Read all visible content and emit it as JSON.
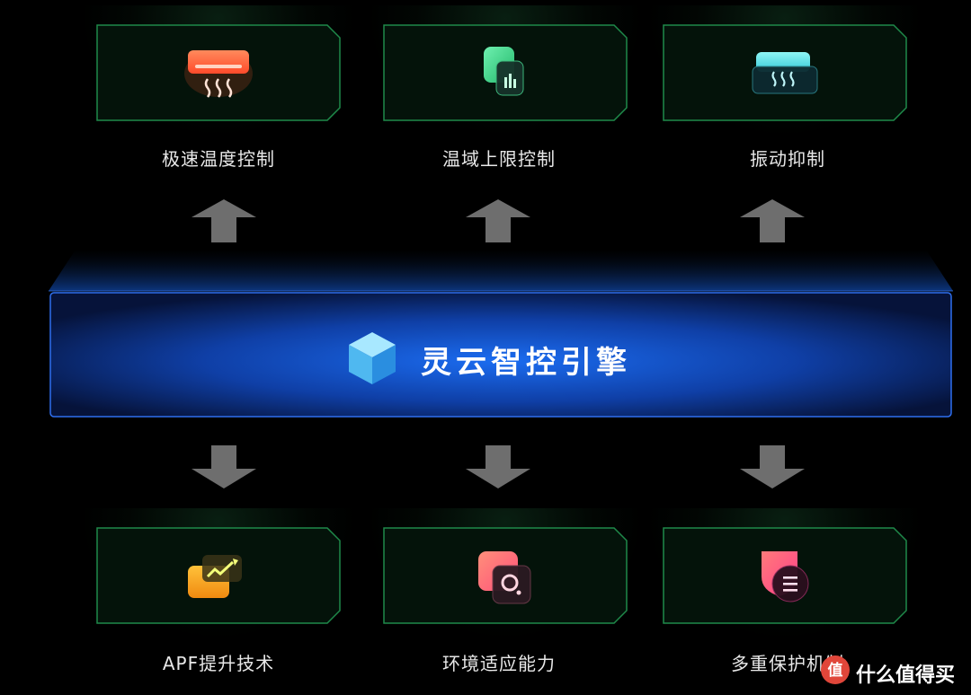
{
  "engine": {
    "title": "灵云智控引擎",
    "icon": "cube-icon"
  },
  "top_features": [
    {
      "label": "极速温度控制",
      "icon": "ac-heat-icon"
    },
    {
      "label": "温域上限控制",
      "icon": "chart-card-icon"
    },
    {
      "label": "振动抑制",
      "icon": "ac-cool-icon"
    }
  ],
  "bottom_features": [
    {
      "label": "APF提升技术",
      "icon": "trend-up-icon"
    },
    {
      "label": "环境适应能力",
      "icon": "search-card-icon"
    },
    {
      "label": "多重保护机制",
      "icon": "shield-list-icon"
    }
  ],
  "watermark": {
    "text": "什么值得买",
    "icon": "zhi-logo-icon"
  },
  "colors": {
    "background": "#000000",
    "engine_blue": "#1a66e0",
    "box_border": "#1f8a4a",
    "heat_orange": "#ff6a3d",
    "cool_cyan": "#4fe3e8",
    "green_card": "#3fdc8c",
    "apf_orange": "#f7a21b",
    "pink": "#ff6b86"
  }
}
